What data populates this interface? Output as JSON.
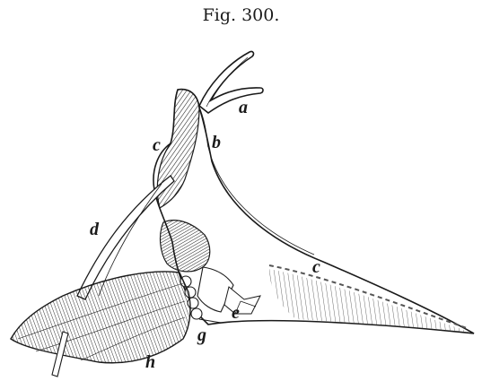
{
  "figure": {
    "title": "Fig. 300.",
    "labels": {
      "a": "a",
      "b": "b",
      "c_upper": "c",
      "c_lower": "c",
      "d": "d",
      "e": "e",
      "g": "g",
      "h": "h"
    }
  },
  "colors": {
    "ink": "#1a1a1a",
    "paper": "#ffffff"
  }
}
